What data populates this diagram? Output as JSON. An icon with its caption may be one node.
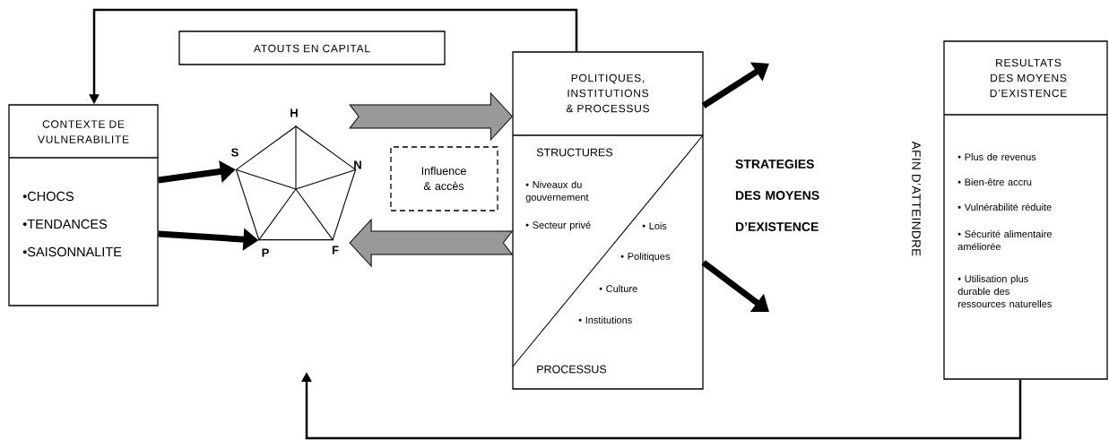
{
  "diagram": {
    "nodes": [
      {
        "text": [
          "CONTEXTE DE VULNERABILITE",
          "•CHOCS",
          "•TENDANCES",
          "•SAISONNALITE"
        ]
      },
      {
        "text": [
          "ATOUTS EN CAPITAL"
        ]
      },
      {
        "text": [],
        "shape": "pentagon",
        "beside": [
          "H",
          "N",
          "F",
          "P",
          "S"
        ]
      },
      {
        "text": [
          "Influence & accès"
        ]
      },
      {
        "text": [
          "POLITIQUES, INSTITUTIONS & PROCESSUS",
          "STRUCTURES",
          "• Niveaux du gouvernement",
          "• Secteur privé",
          "• Lois",
          "• Politiques",
          "• Culture",
          "• Institutions",
          "PROCESSUS"
        ]
      },
      {
        "text": [
          "RESULTATS DES MOYENS D’EXISTENCE",
          "• Plus de revenus",
          "• Bien-être accru",
          "• Vulnérabilité réduite",
          "• Sécurité alimentaire améliorée",
          "• Utilisation plus durable des ressources naturelles"
        ]
      }
    ],
    "edges": [
      {
        "from": 0,
        "to": 2,
        "arrow": "to"
      },
      {
        "from": 0,
        "to": 2,
        "arrow": "to"
      },
      {
        "from": 2,
        "to": 4,
        "arrow": "to",
        "style": "thick",
        "color": "#999999"
      },
      {
        "from": 4,
        "to": 2,
        "arrow": "to",
        "style": "thick",
        "color": "#999999"
      },
      {
        "from": 4,
        "to": null,
        "arrow": "to"
      },
      {
        "from": 4,
        "to": null,
        "arrow": "to"
      },
      {
        "from": 4,
        "to": 0,
        "arrow": "to"
      },
      {
        "from": 5,
        "to": null,
        "arrow": "to"
      }
    ],
    "labels": [
      "STRATEGIES DES MOYENS D’EXISTENCE",
      "AFIN D’ATTEINDRE"
    ]
  }
}
